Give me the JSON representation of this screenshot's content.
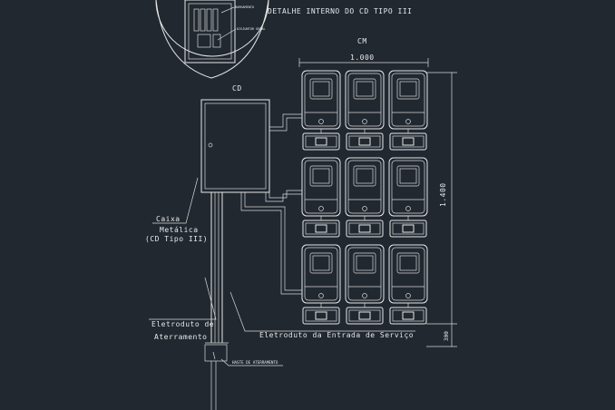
{
  "labels": {
    "detail_title": "DETALHE INTERNO DO CD TIPO III",
    "cm": "CM",
    "cd": "CD",
    "dim_width": "1.000",
    "dim_height": "1.400",
    "dim_small": "300",
    "caixa_line1": "Caixa",
    "caixa_line2": "Metálica",
    "caixa_line3": "(CD Tipo III)",
    "eletroduto_aterr_1": "Eletroduto de",
    "eletroduto_aterr_2": "Aterramento",
    "eletroduto_entrada": "Eletroduto da Entrada de Serviço",
    "haste": "HASTE DE ATERRAMENTO",
    "detail_note1": "BARRAMENTO",
    "detail_note2": "DISJUNTOR GERAL"
  },
  "meters": {
    "rows": 3,
    "cols": 3
  }
}
